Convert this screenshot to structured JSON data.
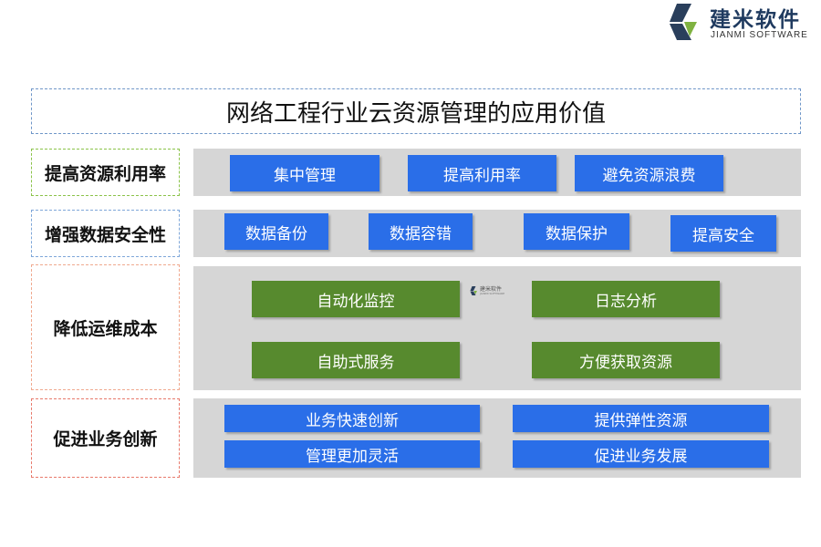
{
  "logo": {
    "brand_cn": "建米软件",
    "brand_en": "JIANMI SOFTWARE"
  },
  "title": "网络工程行业云资源管理的应用价值",
  "rows": [
    {
      "label": "提高资源利用率",
      "chips": [
        "集中管理",
        "提高利用率",
        "避免资源浪费"
      ]
    },
    {
      "label": "增强数据安全性",
      "chips": [
        "数据备份",
        "数据容错",
        "数据保护",
        "提高安全"
      ]
    },
    {
      "label": "降低运维成本",
      "chips": [
        "自动化监控",
        "日志分析",
        "自助式服务",
        "方便获取资源"
      ]
    },
    {
      "label": "促进业务创新",
      "chips": [
        "业务快速创新",
        "提供弹性资源",
        "管理更加灵活",
        "促进业务发展"
      ]
    }
  ],
  "watermark": {
    "brand_cn": "建米软件",
    "brand_en": "JIANMI SOFTWARE"
  },
  "colors": {
    "chip_blue": "#2a6ee8",
    "chip_green": "#578a2e",
    "panel_gray": "#d6d6d6",
    "brand_navy": "#1f3a5f"
  }
}
